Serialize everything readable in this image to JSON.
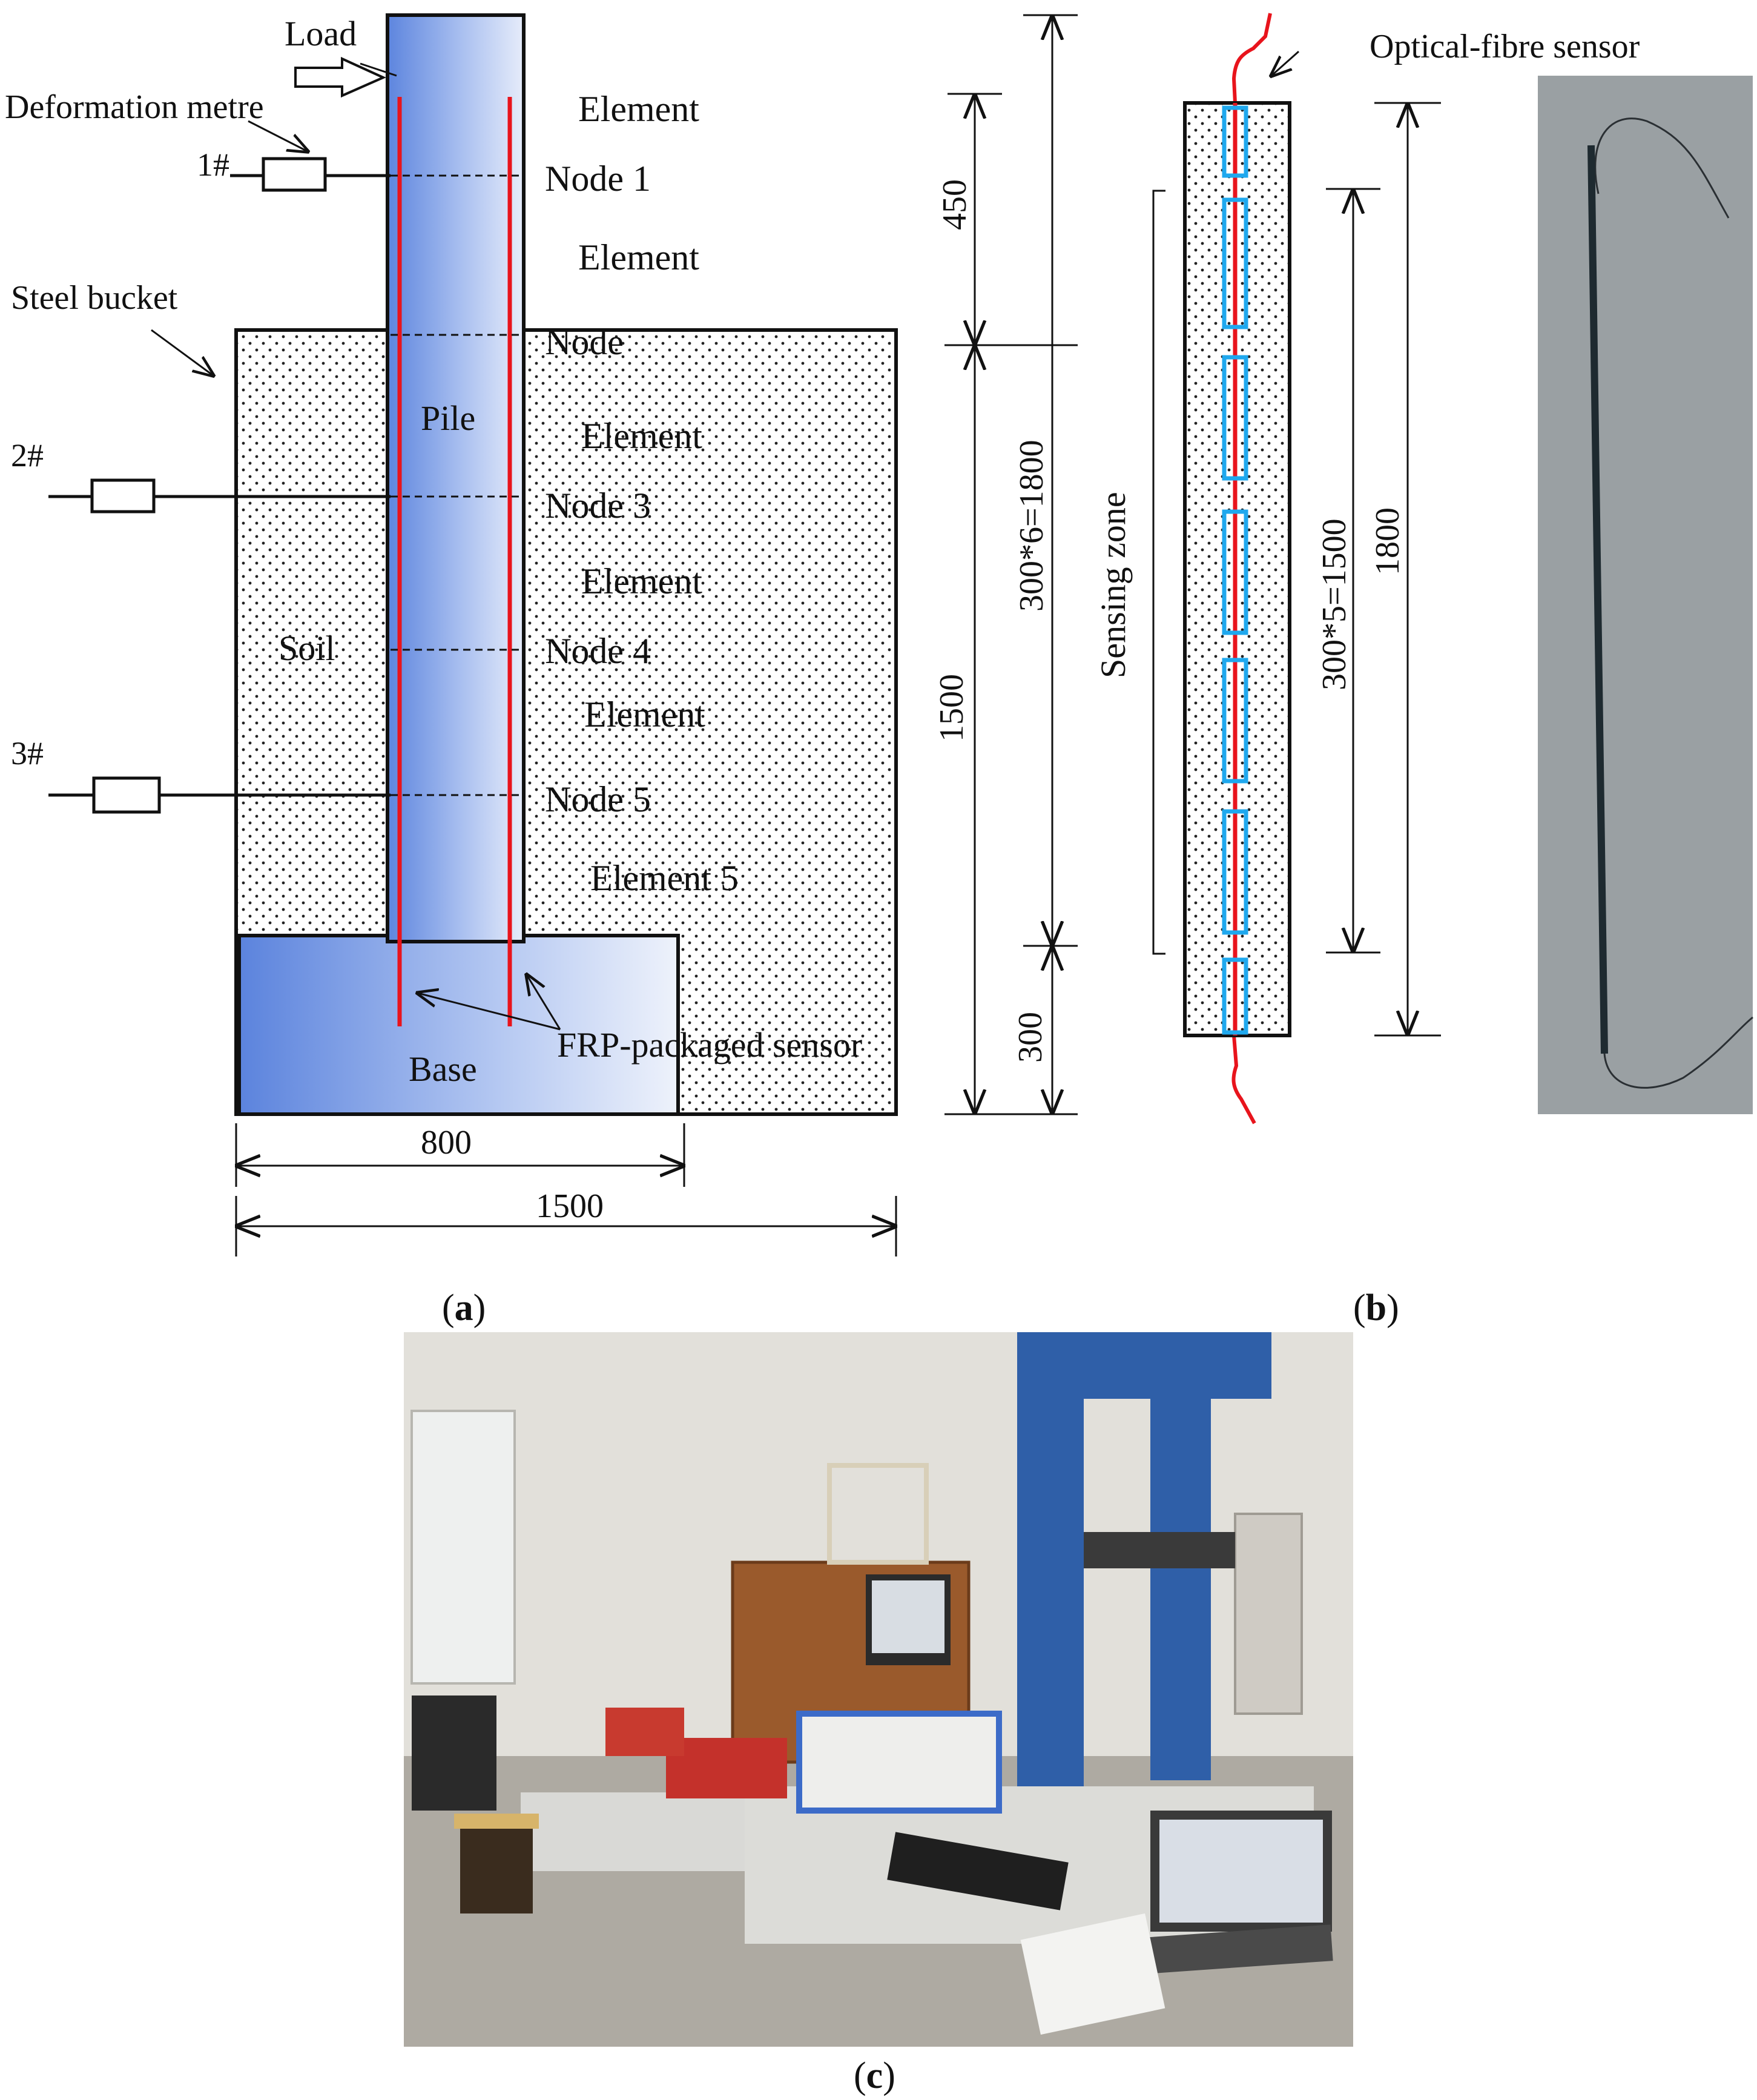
{
  "panel_a": {
    "load": "Load",
    "deformation_metre": "Deformation metre",
    "metre_1": "1#",
    "metre_2": "2#",
    "metre_3": "3#",
    "steel_bucket": "Steel bucket",
    "pile": "Pile",
    "soil": "Soil",
    "base": "Base",
    "frp_sensor": "FRP-packaged sensor",
    "element_1": "Element",
    "node_1": "Node 1",
    "element_2": "Element",
    "node_2": "Node",
    "element_3": "Element",
    "node_3": "Node 3",
    "element_4": "Element",
    "node_4": "Node 4",
    "element_5a": "Element",
    "node_5": "Node 5",
    "element_5": "Element 5",
    "dim_800": "800",
    "dim_1500_width": "1500",
    "dim_450": "450",
    "dim_1500_height": "1500",
    "dim_300": "300",
    "dim_1800": "300*6=1800",
    "caption_letter": "a"
  },
  "panel_b": {
    "optical_fibre_sensor": "Optical-fibre sensor",
    "sensing_zone": "Sensing zone",
    "dim_1500": "300*5=1500",
    "dim_1800": "1800",
    "caption_letter": "b"
  },
  "panel_c": {
    "caption_letter": "c"
  },
  "colors": {
    "pile_blue": "#4a78d8",
    "sensor_red": "#e8141c",
    "fibre_cyan": "#1fa8ee"
  }
}
